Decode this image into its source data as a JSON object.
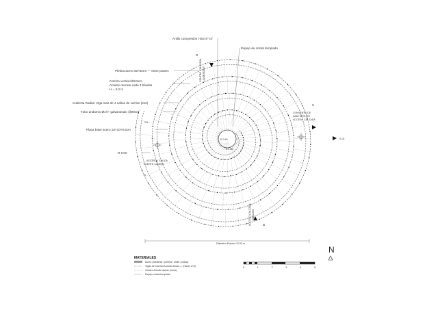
{
  "plan": {
    "annotations": {
      "compression_ring": "Anillo compresión HSS 5\"×3\"",
      "glass_mirror": "Espejo de cristal templado",
      "steel_plate": "Pletina acero 50×5mm — entre postes",
      "vertical_reed": "Carrizo vertical Ø3.5cm",
      "vertical_reed_2": "Amarre mecate cada 3 hiladas",
      "vertical_reed_3": "H = 3.0 m",
      "radial_roof": "Cubierta Radial: Viga maz de 4 cañas de carrizo (2x2)",
      "scaffold_tube": "Tubo andamio Ø1½\" galvanizado @90cm",
      "base_plate": "Placa base acero 10×10×0.5cm",
      "radius_outer": "R 6.00",
      "radius_center": "R 0.60",
      "radius_inner": "R 1.80",
      "access_exit": "ACCESO / SALIDA",
      "access_exit_2": "FUENTE CAMBIO",
      "convent": "CONVENTO DE",
      "convent_2": "SAN HIPÓLITO",
      "convent_3": "ACCESO CALZADA",
      "center_cultural": "CENTRO CULTURAL",
      "center_cultural_2": "JOSÉ MARTÍ",
      "access_calzada": "ACCESO CALZADA",
      "access_calzada_2": "HIDALGO",
      "dimension": "Diámetro Exterior 12.00 m",
      "section_ref": "S-01",
      "tie": "1%"
    },
    "section_marks": {
      "a": "A",
      "b": "B",
      "c": "C",
      "d": "D"
    },
    "north_label": "N",
    "legend": {
      "title": "MATERIALES",
      "items": [
        "Acero (andamio / pletina / anillo / placa)",
        "Vigas de Carrizo Arundo donax — (haces 2×2)",
        "Carrizo Arundo donax (muro)",
        "Espejo cristal templado"
      ]
    },
    "scale": {
      "ticks": [
        "0",
        "1",
        "2",
        "3",
        "4",
        "5"
      ]
    }
  },
  "colors": {
    "line": "#555555",
    "dark": "#111111",
    "light": "#9a9a9a"
  }
}
